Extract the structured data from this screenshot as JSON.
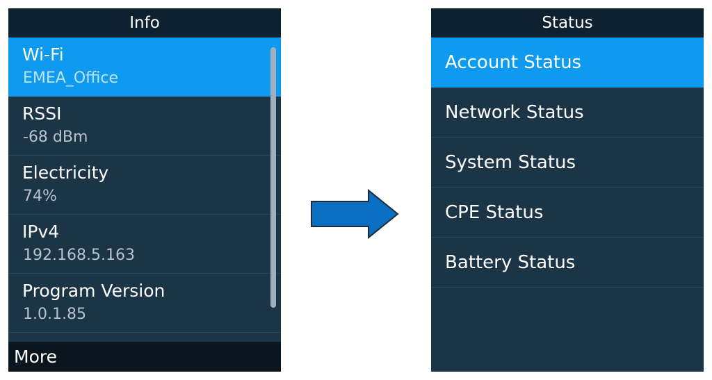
{
  "info_screen": {
    "title": "Info",
    "items": [
      {
        "label": "Wi-Fi",
        "value": "EMEA_Office",
        "selected": true
      },
      {
        "label": "RSSI",
        "value": "-68 dBm",
        "selected": false
      },
      {
        "label": "Electricity",
        "value": "74%",
        "selected": false
      },
      {
        "label": "IPv4",
        "value": "192.168.5.163",
        "selected": false
      },
      {
        "label": "Program Version",
        "value": "1.0.1.85",
        "selected": false
      }
    ],
    "softkey_left": "More"
  },
  "status_screen": {
    "title": "Status",
    "items": [
      {
        "label": "Account Status",
        "selected": true
      },
      {
        "label": "Network Status",
        "selected": false
      },
      {
        "label": "System Status",
        "selected": false
      },
      {
        "label": "CPE Status",
        "selected": false
      },
      {
        "label": "Battery Status",
        "selected": false
      }
    ]
  },
  "colors": {
    "screen_bg": "#1b3446",
    "title_bg": "#0d2130",
    "selected_bg": "#0d9aef",
    "arrow_fill": "#0a6fc2",
    "arrow_stroke": "#1d2a3a"
  },
  "arrow_icon": "right-arrow-icon"
}
